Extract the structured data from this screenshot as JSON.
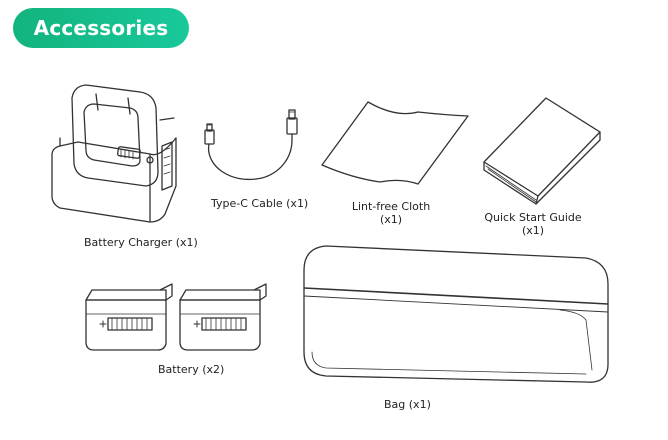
{
  "header": {
    "title": "Accessories"
  },
  "items": {
    "charger": {
      "label": "Battery Charger  (x1)"
    },
    "cable": {
      "label": "Type-C Cable (x1)"
    },
    "cloth": {
      "line1": "Lint-free Cloth",
      "line2": "(x1)"
    },
    "guide": {
      "line1": "Quick Start Guide",
      "line2": "(x1)"
    },
    "battery": {
      "label": "Battery  (x2)"
    },
    "bag": {
      "label": "Bag (x1)"
    }
  },
  "colors": {
    "title_bg_start": "#12b37e",
    "title_bg_end": "#19c99a",
    "title_text": "#ffffff",
    "line_art": "#333333"
  }
}
